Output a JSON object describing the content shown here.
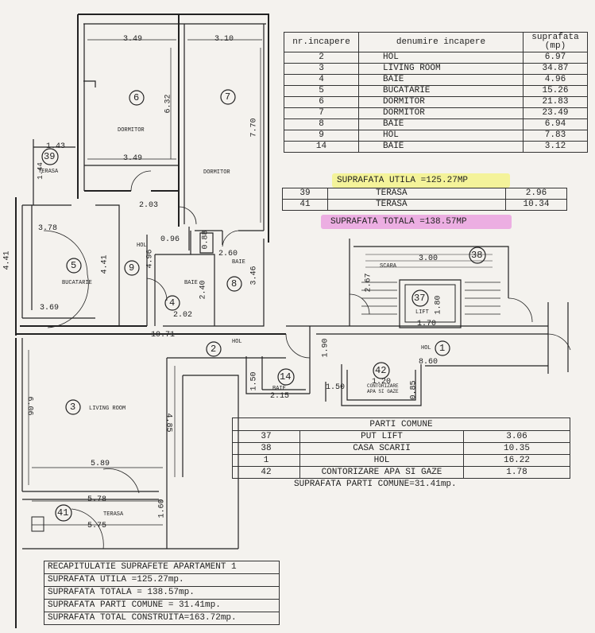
{
  "rooms_table": {
    "headers": [
      "nr.incapere",
      "denumire incapere",
      "suprafata (mp)"
    ],
    "rows": [
      [
        "2",
        "HOL",
        "6.97"
      ],
      [
        "3",
        "LIVING ROOM",
        "34.87"
      ],
      [
        "4",
        "BAIE",
        "4.96"
      ],
      [
        "5",
        "BUCATARIE",
        "15.26"
      ],
      [
        "6",
        "DORMITOR",
        "21.83"
      ],
      [
        "7",
        "DORMITOR",
        "23.49"
      ],
      [
        "8",
        "BAIE",
        "6.94"
      ],
      [
        "9",
        "HOL",
        "7.83"
      ],
      [
        "14",
        "BAIE",
        "3.12"
      ]
    ]
  },
  "useful_area": "SUPRAFATA UTILA =125.27MP",
  "terrace_table": {
    "rows": [
      [
        "39",
        "TERASA",
        "2.96"
      ],
      [
        "41",
        "TERASA",
        "10.34"
      ]
    ]
  },
  "total_area": "SUPRAFATA TOTALA =138.57MP",
  "common_table": {
    "title": "PARTI COMUNE",
    "rows": [
      [
        "37",
        "PUT LIFT",
        "3.06"
      ],
      [
        "38",
        "CASA SCARII",
        "10.35"
      ],
      [
        "1",
        "HOL",
        "16.22"
      ],
      [
        "42",
        "CONTORIZARE APA SI GAZE",
        "1.78"
      ]
    ],
    "footer": "SUPRAFATA PARTI COMUNE=31.41mp."
  },
  "summary": [
    "RECAPITULATIE SUPRAFETE APARTAMENT 1",
    "SUPRAFATA UTILA =125.27mp.",
    "SUPRAFATA TOTALA = 138.57mp.",
    "SUPRAFATA PARTI COMUNE = 31.41mp.",
    "SUPRAFATA TOTAL CONSTRUITA=163.72mp."
  ],
  "room_numbers": {
    "r1": "1",
    "r2": "2",
    "r3": "3",
    "r4": "4",
    "r5": "5",
    "r6": "6",
    "r7": "7",
    "r8": "8",
    "r9": "9",
    "r14": "14",
    "r37": "37",
    "r38": "38",
    "r39": "39",
    "r41": "41",
    "r42": "42"
  },
  "room_labels": {
    "dormitor_6": "DORMITOR",
    "dormitor_7": "DORMITOR",
    "terasa_39": "TERASA",
    "hol_9": "HOL",
    "bucatarie": "BUCATARIE",
    "baie_4": "BAIE",
    "baie_8": "BAIE",
    "hol_2": "HOL",
    "hol_1": "HOL",
    "baie_14": "BAIE",
    "contorizare": "CONTORIZARE\nAPA SI GAZE",
    "living": "LIVING ROOM",
    "terasa_41": "TERASA",
    "scara": "SCARA",
    "lift": "LIFT"
  },
  "dimensions": {
    "d_349_top": "3.49",
    "d_310": "3.10",
    "d_632": "6.32",
    "d_770": "7.70",
    "d_349_mid": "3.49",
    "d_143": "1.43",
    "d_144": "1.44",
    "d_203": "2.03",
    "d_096": "0.96",
    "d_088": "0.88",
    "d_260": "2.60",
    "d_378": "3.78",
    "d_441_a": "4.41",
    "d_441_b": "4.41",
    "d_496": "4.96",
    "d_240": "2.40",
    "d_346": "3.46",
    "d_369": "3.69",
    "d_202": "2.02",
    "d_1071": "10.71",
    "d_267": "2.67",
    "d_300": "3.00",
    "d_180": "1.80",
    "d_170": "1.70",
    "d_190": "1.90",
    "d_860": "8.60",
    "d_150_a": "1.50",
    "d_215": "2.15",
    "d_150_b": "1.50",
    "d_120": "1.20",
    "d_085": "0.85",
    "d_606": "6.06",
    "d_485": "4.85",
    "d_589": "5.89",
    "d_578": "5.78",
    "d_575": "5.75",
    "d_160": "1.60"
  }
}
